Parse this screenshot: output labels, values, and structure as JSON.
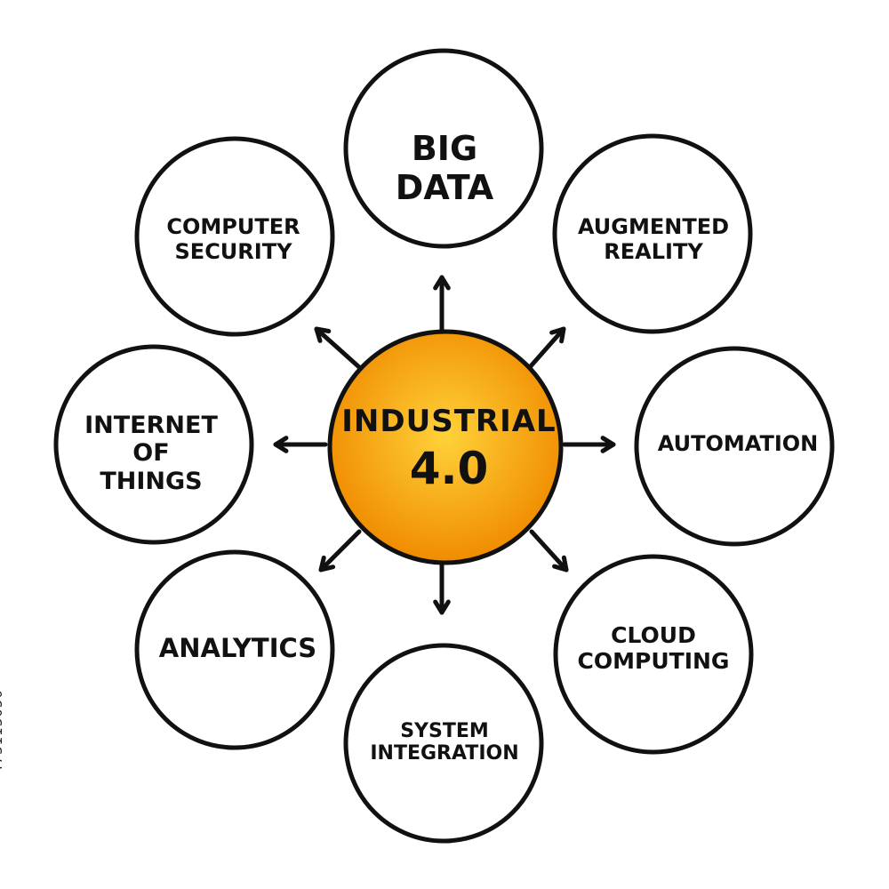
{
  "center": {
    "line1": "INDUSTRIAL",
    "line2": "4.0",
    "color_outer": "#f08c00",
    "color_inner": "#ffd23a"
  },
  "nodes": [
    {
      "id": "big-data",
      "label": "BIG\nDATA"
    },
    {
      "id": "augmented-reality",
      "label": "AUGMENTED\nREALITY"
    },
    {
      "id": "automation",
      "label": "AUTOMATION"
    },
    {
      "id": "cloud-computing",
      "label": "CLOUD\nCOMPUTING"
    },
    {
      "id": "system-integration",
      "label": "SYSTEM\nINTEGRATION"
    },
    {
      "id": "analytics",
      "label": "ANALYTICS"
    },
    {
      "id": "internet-of-things",
      "label": "INTERNET\nOF\nTHINGS"
    },
    {
      "id": "computer-security",
      "label": "COMPUTER\nSECURITY"
    }
  ],
  "stock_id": "473113050"
}
